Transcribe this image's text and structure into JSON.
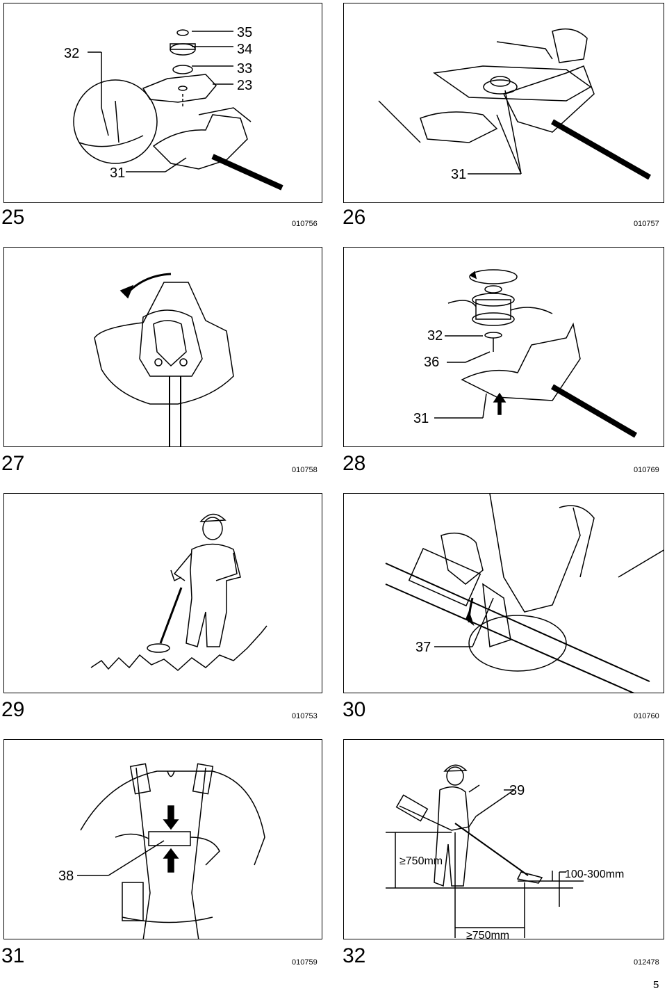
{
  "page_number": "5",
  "figures": [
    {
      "number": "25",
      "code": "010756",
      "callouts": [
        "32",
        "35",
        "34",
        "33",
        "23",
        "31"
      ]
    },
    {
      "number": "26",
      "code": "010757",
      "callouts": [
        "31"
      ]
    },
    {
      "number": "27",
      "code": "010758",
      "callouts": []
    },
    {
      "number": "28",
      "code": "010769",
      "callouts": [
        "32",
        "36",
        "31"
      ]
    },
    {
      "number": "29",
      "code": "010753",
      "callouts": []
    },
    {
      "number": "30",
      "code": "010760",
      "callouts": [
        "37"
      ]
    },
    {
      "number": "31",
      "code": "010759",
      "callouts": [
        "38"
      ]
    },
    {
      "number": "32",
      "code": "012478",
      "callouts": [
        "39"
      ],
      "dimensions": [
        "≥750mm",
        "100-300mm",
        "≥750mm"
      ]
    }
  ]
}
